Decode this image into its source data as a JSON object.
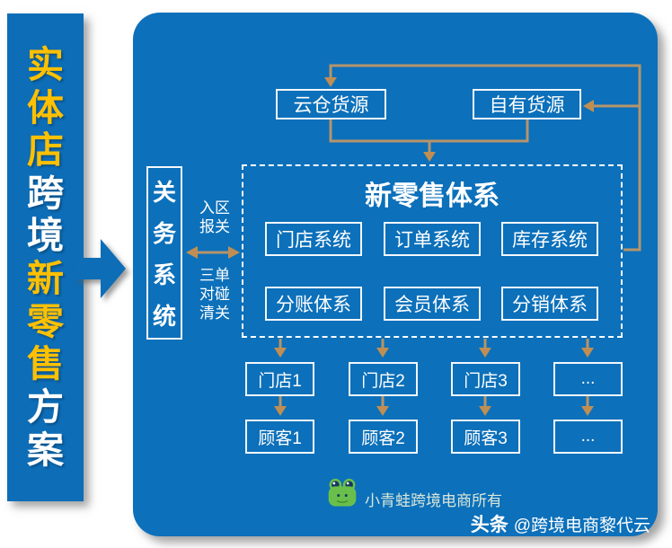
{
  "banner": {
    "title": "实体店跨境新零售方案",
    "chars": [
      "实",
      "体",
      "店",
      "跨",
      "境",
      "新",
      "零",
      "售",
      "方",
      "案"
    ]
  },
  "panel": {
    "sources": {
      "cloud": "云仓货源",
      "own": "自有货源"
    },
    "customs": {
      "label": "关务系统",
      "label_chars": [
        "关",
        "务",
        "系",
        "统"
      ],
      "inbound_lines": [
        "入区",
        "报关"
      ],
      "clearance_lines": [
        "三单",
        "对碰",
        "清关"
      ]
    },
    "core": {
      "title": "新零售体系",
      "systems": [
        "门店系统",
        "订单系统",
        "库存系统",
        "分账体系",
        "会员体系",
        "分销体系"
      ]
    },
    "stores": [
      "门店1",
      "门店2",
      "门店3",
      "..."
    ],
    "customers": [
      "顾客1",
      "顾客2",
      "顾客3",
      "..."
    ],
    "footer": {
      "brand": "小青蛙跨境电商所有"
    },
    "watermark": {
      "bold": "头条",
      "handle": "@跨境电商黎代云"
    }
  },
  "colors": {
    "panel_blue": "#0c70ba",
    "banner_blue": "#0d6db7",
    "accent_yellow": "#FFC000",
    "connector_tan": "#b6946a",
    "arrowhead_tan": "#c08e52",
    "frog_green": "#6abf4b"
  }
}
